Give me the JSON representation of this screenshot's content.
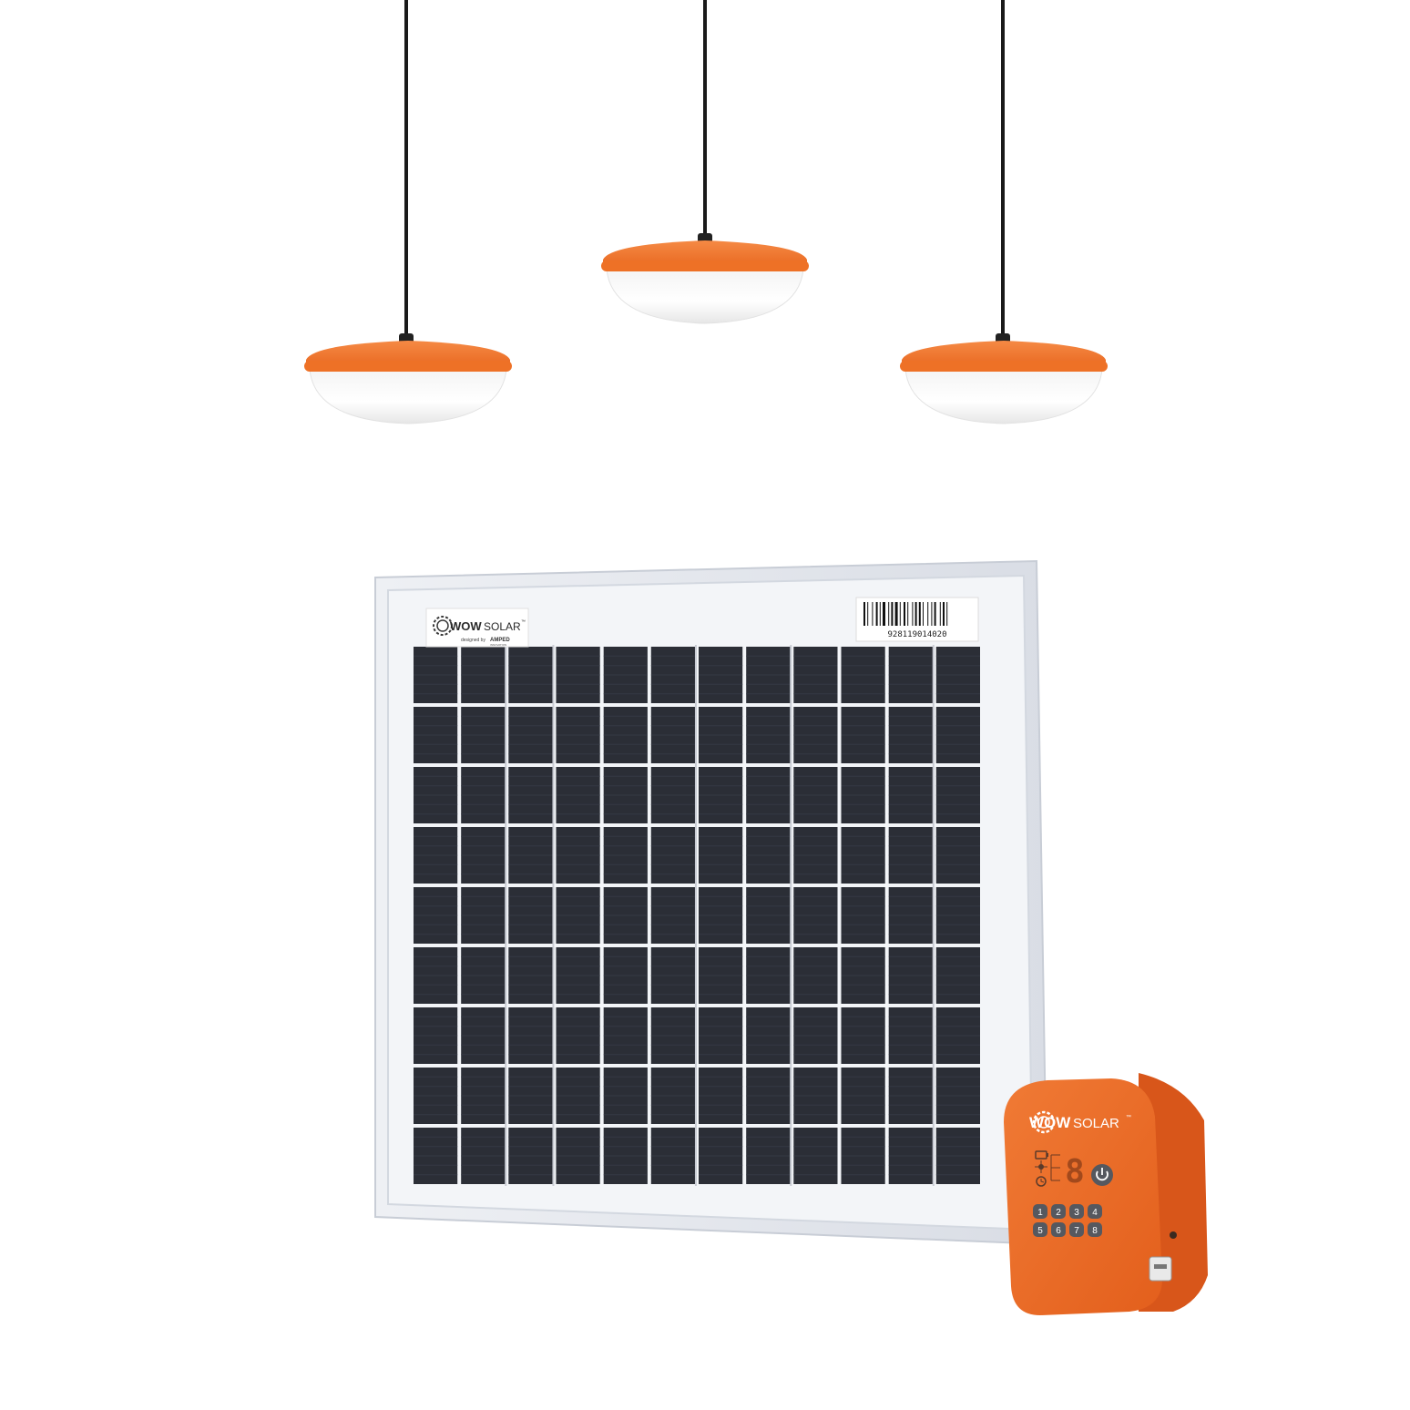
{
  "colors": {
    "background": "#ffffff",
    "lamp_orange": "#f0782c",
    "lamp_orange_dark": "#d9601a",
    "cord": "#1a1a1a",
    "panel_frame": "#e4e7ee",
    "panel_cell": "#2b2e36",
    "controller_orange": "#ec6a26",
    "controller_button": "#55585f"
  },
  "panel_label": {
    "brand_wow": "WOW",
    "brand_solar": "SOLAR",
    "trademark": "™",
    "designed_by": "designed by",
    "maker": "AMPED",
    "maker_sub": "INNOVATION"
  },
  "barcode": {
    "number": "928119014020"
  },
  "controller": {
    "brand_wow": "WOW",
    "brand_solar": "SOLAR",
    "trademark": "™",
    "digit": "8",
    "keys": [
      "1",
      "2",
      "3",
      "4",
      "5",
      "6",
      "7",
      "8"
    ]
  },
  "icons": {
    "logo": "sun-gear-icon",
    "power": "power-icon",
    "battery": "battery-icon",
    "sun": "sun-icon",
    "clock": "clock-icon"
  }
}
